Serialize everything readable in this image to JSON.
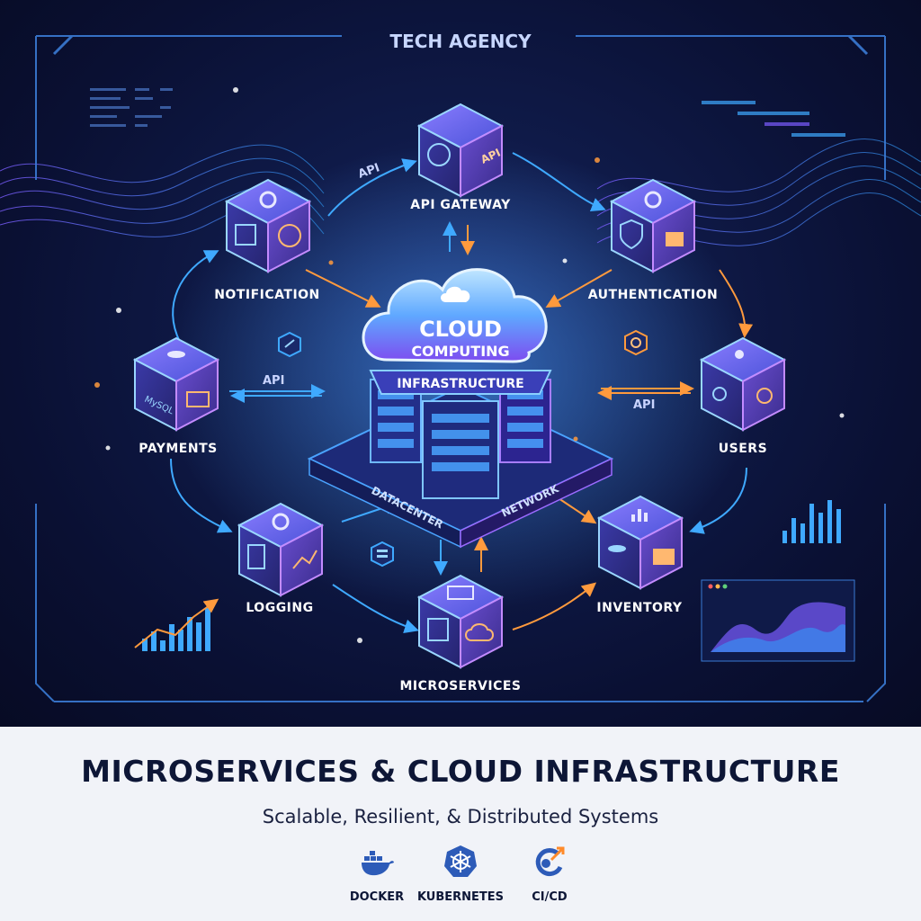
{
  "header": {
    "agency": "TECH AGENCY"
  },
  "center": {
    "cloud_line1": "CLOUD",
    "cloud_line2": "COMPUTING",
    "infrastructure": "INFRASTRUCTURE",
    "datacenter": "DATACENTER",
    "network": "NETWORK"
  },
  "nodes": {
    "api_gateway": "API GATEWAY",
    "notification": "NOTIFICATION",
    "authentication": "AUTHENTICATION",
    "payments": "PAYMENTS",
    "users": "USERS",
    "logging": "LOGGING",
    "inventory": "INVENTORY",
    "microservices": "MICROSERVICES"
  },
  "edge_labels": {
    "api_top": "API",
    "api_left": "API",
    "api_right": "API"
  },
  "icon_labels": {
    "cube_api": "API",
    "mysql": "MySQL"
  },
  "footer": {
    "title": "MICROSERVICES & CLOUD INFRASTRUCTURE",
    "subtitle": "Scalable, Resilient, & Distributed Systems",
    "tools": [
      "DOCKER",
      "KUBERNETES",
      "CI/CD"
    ]
  },
  "colors": {
    "accent_blue": "#3fa9ff",
    "accent_orange": "#ff9a3d",
    "purple": "#7b5cff",
    "ink": "#0d1636"
  }
}
